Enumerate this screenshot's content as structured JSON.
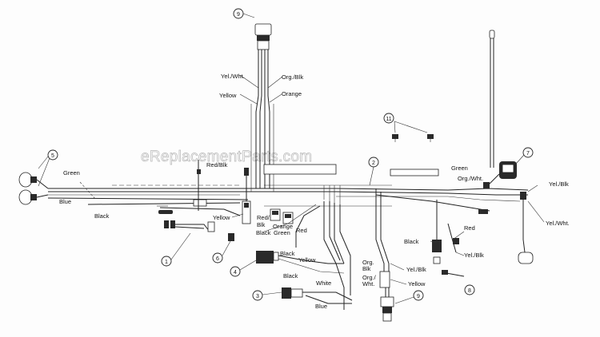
{
  "watermark": "eReplacementParts.com",
  "callouts": {
    "c1": "1",
    "c2": "2",
    "c3": "3",
    "c4": "4",
    "c5": "5",
    "c6": "6",
    "c7": "7",
    "c8": "8",
    "c9a": "9",
    "c9b": "9",
    "c11": "11"
  },
  "wire_labels": {
    "yel_wht_top": "Yel./Wht.",
    "org_blk_top": "Org./Blk",
    "yellow_top": "Yellow",
    "orange_top": "Orange",
    "green_left": "Green",
    "red_blk": "Red/Blk",
    "blue_left": "Blue",
    "black_left": "Black",
    "yellow_mid": "Yellow",
    "red_blk_mid": "Red/",
    "blk_mid": "Blk",
    "black_mid": "Black",
    "orange_mid": "Orange",
    "red_mid": "Red",
    "green_mid": "Green",
    "black_mid2": "Black",
    "yellow_mid2": "Yellow",
    "black_low": "Black",
    "white_low": "White",
    "blue_low": "Blue",
    "org_low": "Org.",
    "blk_low": "Blk",
    "org_low2": "Org./",
    "wht_low2": "Wht.",
    "yel_blk_low": "Yel./Blk",
    "yellow_low": "Yellow",
    "green_right": "Green",
    "org_wht_right": "Org./Wht.",
    "yel_blk_right": "Yel./Blk",
    "yel_wht_right": "Yel./Wht.",
    "black_right": "Black",
    "red_right": "Red",
    "yel_blk_right2": "Yel./Blk"
  },
  "colors": {
    "ink": "#222222",
    "watermark": "#b8b8b8",
    "background": "#fdfdfd"
  }
}
